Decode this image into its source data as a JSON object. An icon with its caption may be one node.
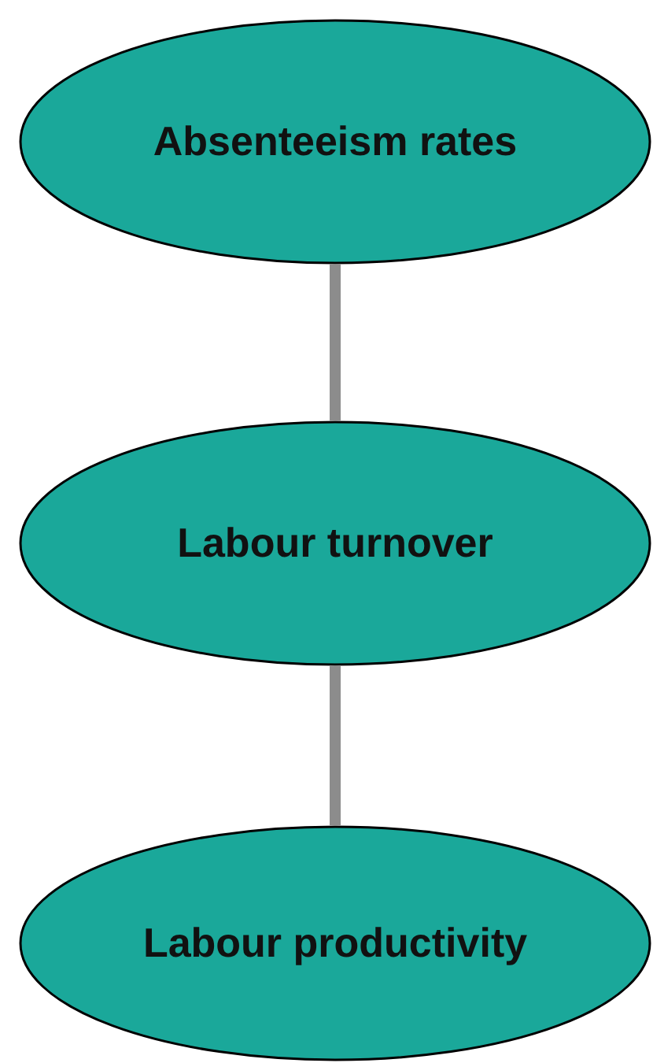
{
  "diagram": {
    "nodes": [
      {
        "text": [
          "Absenteeism rates"
        ]
      },
      {
        "text": [
          "Labour turnover"
        ]
      },
      {
        "text": [
          "Labour productivity"
        ]
      }
    ],
    "edges": [
      {
        "from": 0,
        "to": 1,
        "arrow": "none"
      },
      {
        "from": 1,
        "to": 2,
        "arrow": "none"
      }
    ]
  }
}
